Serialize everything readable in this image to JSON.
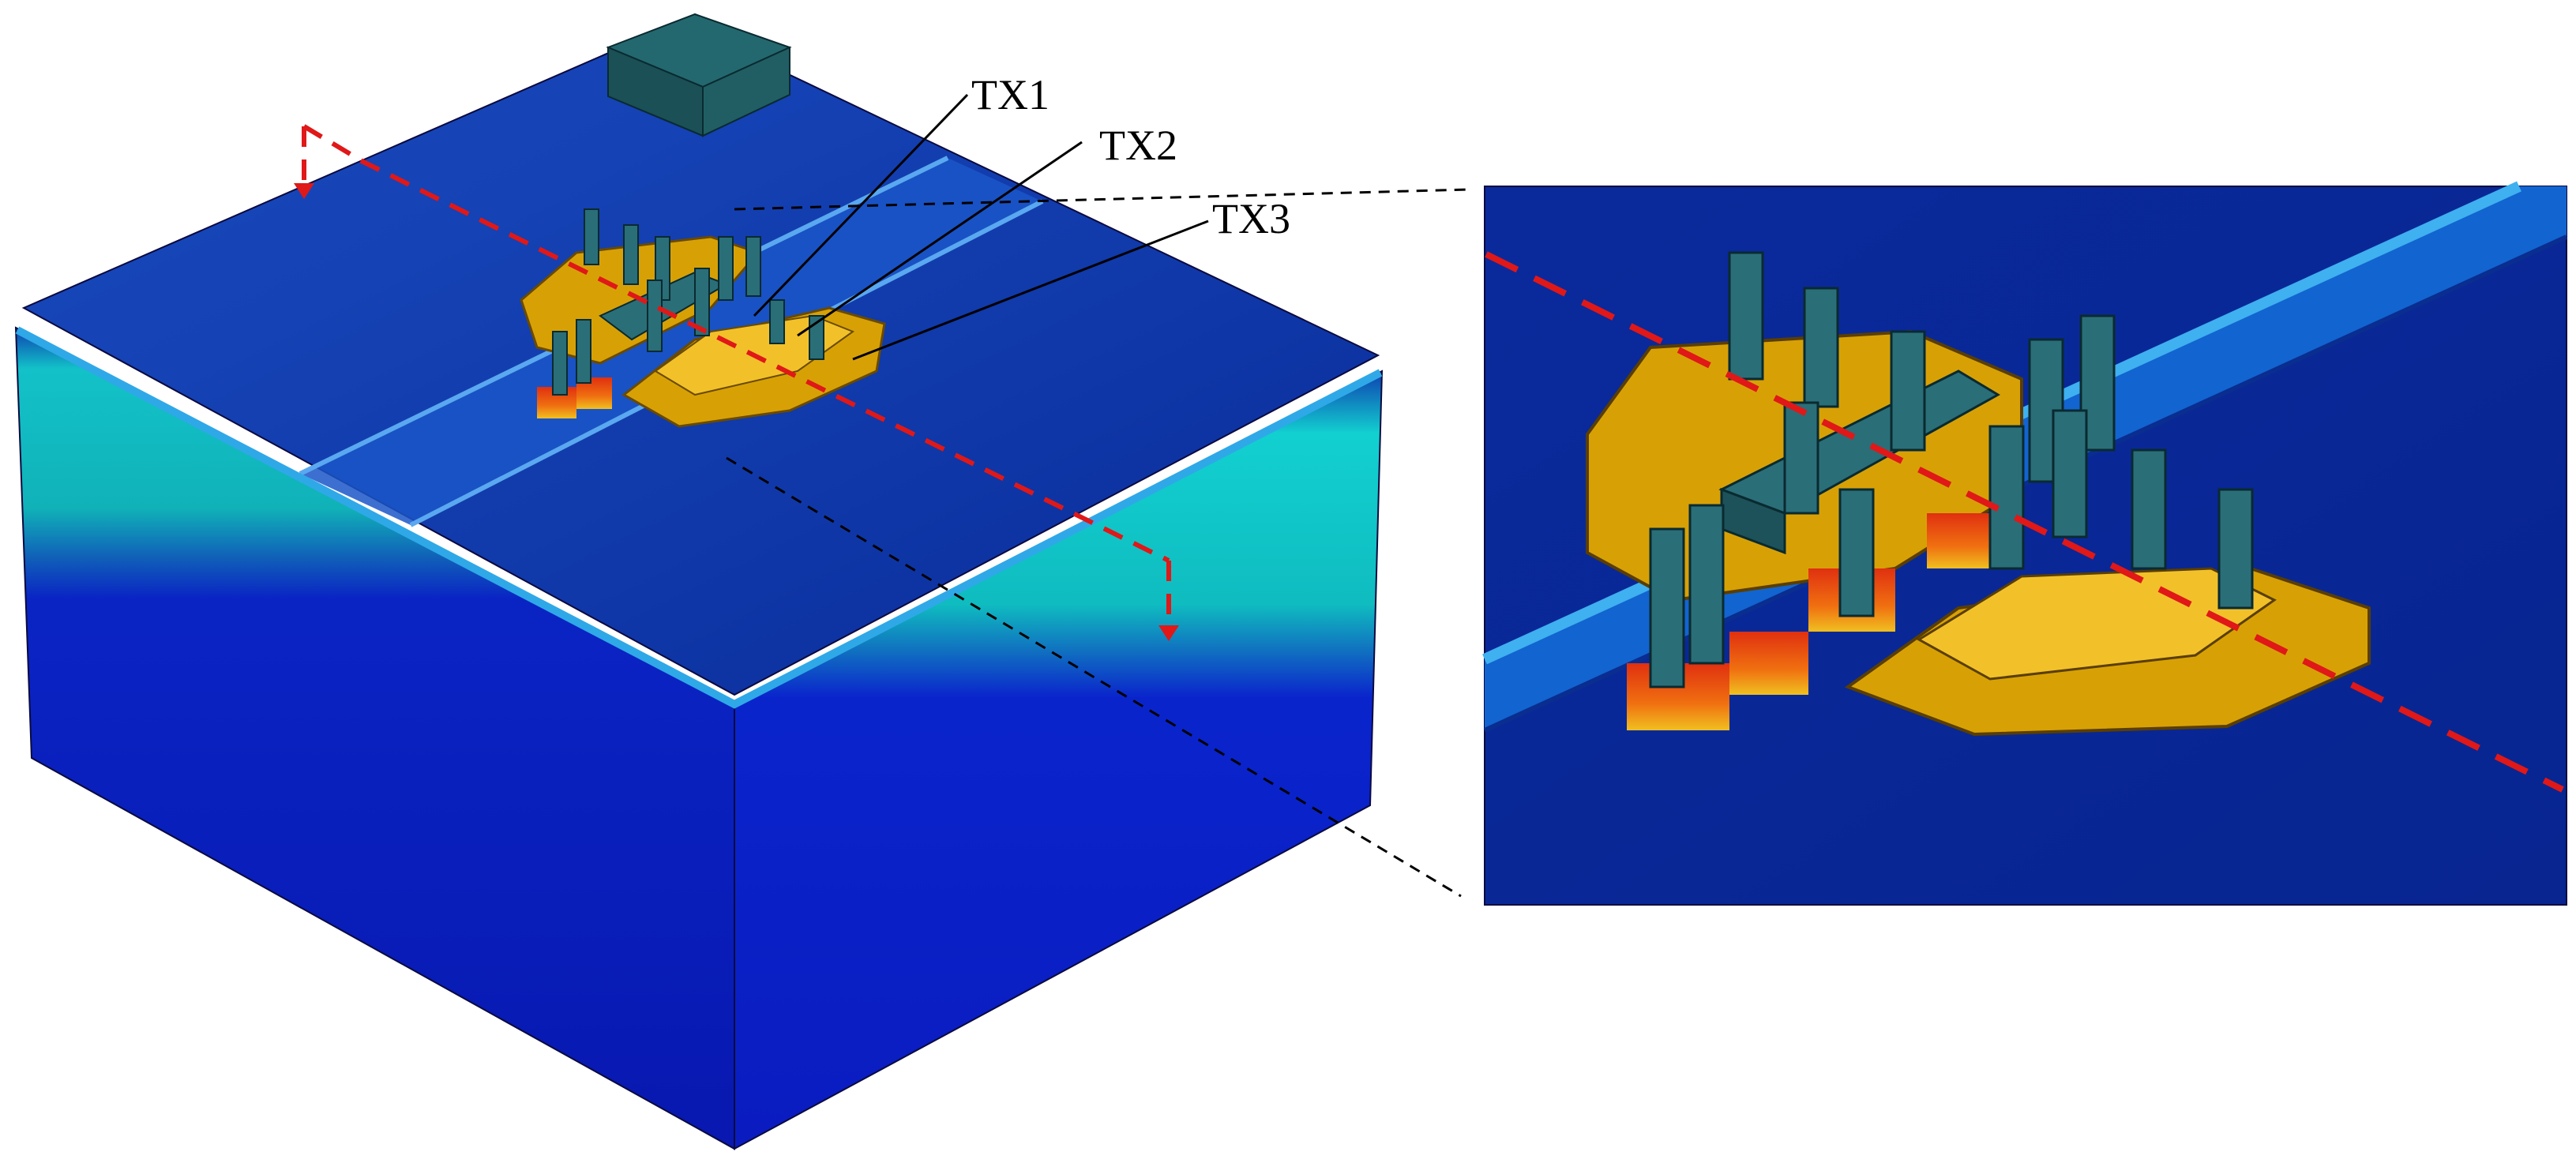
{
  "labels": {
    "tx1": "TX1",
    "tx2": "TX2",
    "tx3": "TX3"
  },
  "colors": {
    "top_surface": "#0b3aa8",
    "top_surface_light": "#1f5fc7",
    "side_layer_cyan": "#12c8c8",
    "side_layer_teal": "#0e9aa8",
    "side_bulk": "#0a1ec8",
    "side_bulk_dark": "#0816a0",
    "gate_gold": "#d7a106",
    "gate_gold_light": "#f2c12a",
    "contact_pillar": "#2a6e78",
    "contact_pillar_dark": "#1d525a",
    "hot_red": "#e02020",
    "cut_line": "#e01818",
    "guide_line": "#000000"
  }
}
